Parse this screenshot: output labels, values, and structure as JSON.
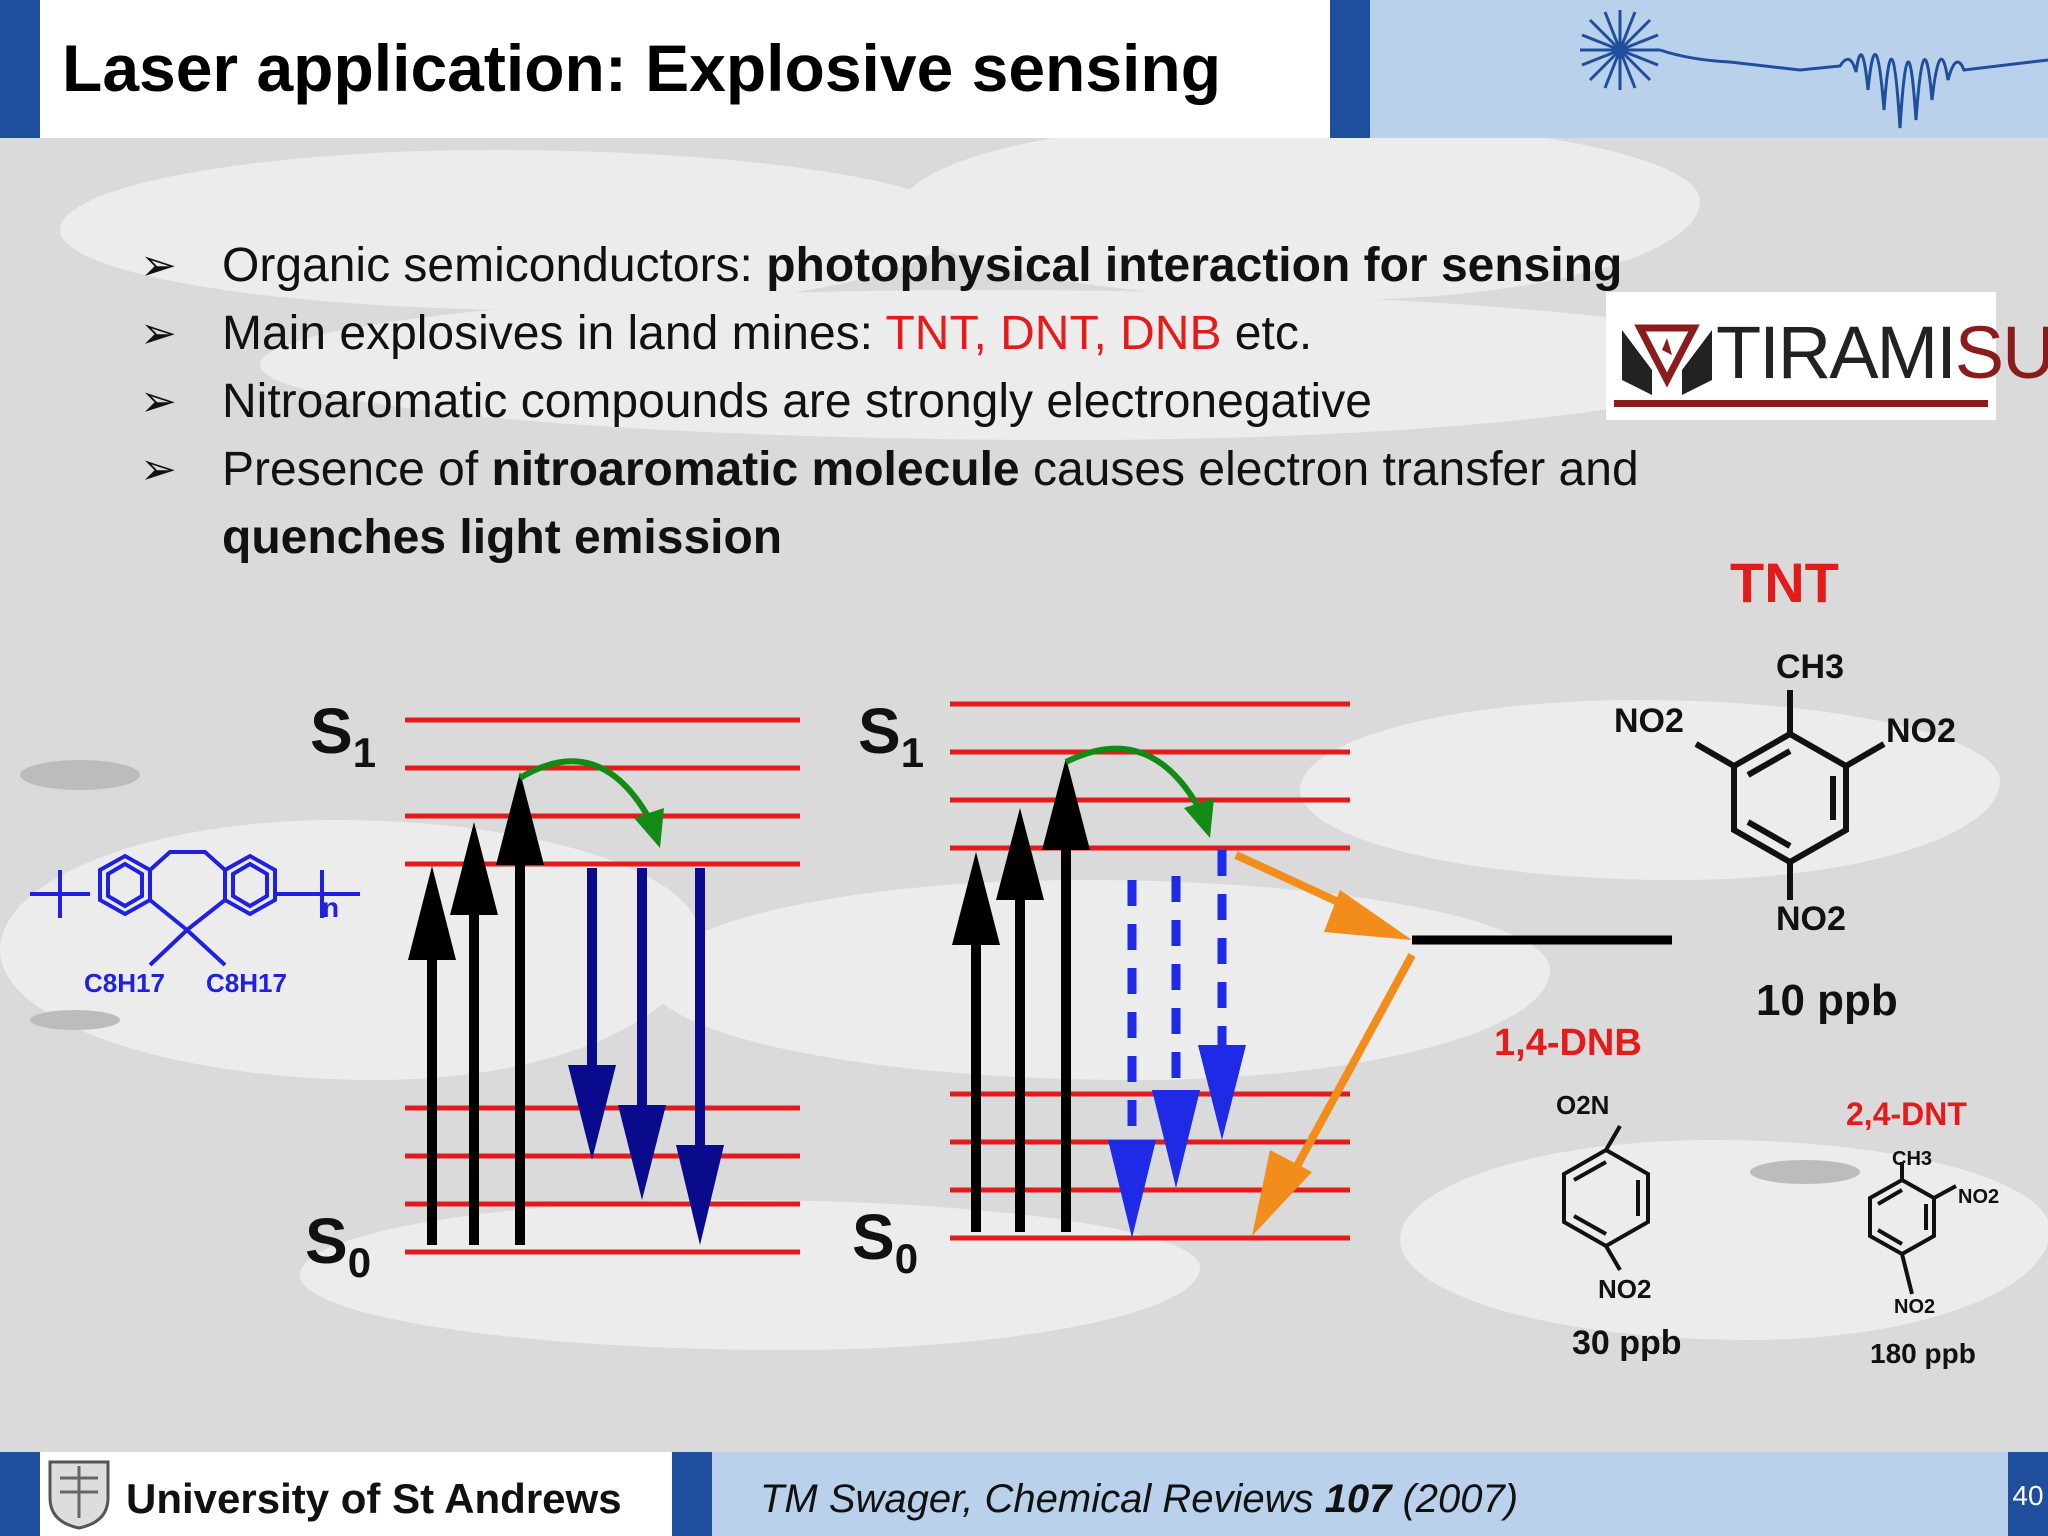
{
  "header": {
    "title": "Laser application: Explosive sensing"
  },
  "bullets": [
    {
      "parts": [
        {
          "text": "Organic semiconductors: ",
          "style": "normal"
        },
        {
          "text": "photophysical interaction for sensing",
          "style": "bold"
        }
      ]
    },
    {
      "parts": [
        {
          "text": "Main explosives in land mines: ",
          "style": "normal"
        },
        {
          "text": "TNT, DNT, DNB",
          "style": "red"
        },
        {
          "text": " etc.",
          "style": "normal"
        }
      ]
    },
    {
      "parts": [
        {
          "text": "Nitroaromatic compounds are strongly electronegative",
          "style": "normal"
        }
      ]
    },
    {
      "parts": [
        {
          "text": "Presence of ",
          "style": "normal"
        },
        {
          "text": "nitroaromatic molecule",
          "style": "bold"
        },
        {
          "text": " causes electron transfer and ",
          "style": "normal"
        },
        {
          "text": "quenches light emission",
          "style": "bold"
        }
      ]
    }
  ],
  "logo": {
    "text_main": "TIRAMI",
    "text_accent": "SU"
  },
  "diagram": {
    "left_s1": "S",
    "left_s1_sub": "1",
    "left_s0": "S",
    "left_s0_sub": "0",
    "right_s1": "S",
    "right_s1_sub": "1",
    "right_s0": "S",
    "right_s0_sub": "0",
    "polymer_sub_n": "n",
    "polymer_side1": "C8H17",
    "polymer_side2": "C8H17"
  },
  "molecules": {
    "tnt_name": "TNT",
    "tnt_ch3": "CH3",
    "tnt_no2_left": "NO2",
    "tnt_no2_right": "NO2",
    "tnt_no2_bottom": "NO2",
    "tnt_limit": "10 ppb",
    "dnb_name": "1,4-DNB",
    "dnb_top": "O2N",
    "dnb_bottom": "NO2",
    "dnb_limit": "30 ppb",
    "dnt_name": "2,4-DNT",
    "dnt_ch3": "CH3",
    "dnt_no2_right": "NO2",
    "dnt_no2_bottom": "NO2",
    "dnt_limit": "180 ppb"
  },
  "footer": {
    "university": "University of St Andrews",
    "citation_author": "TM Swager, Chemical Reviews ",
    "citation_volume": "107",
    "citation_year": " (2007)",
    "page": "40"
  },
  "colors": {
    "header_blue": "#1f4e9c",
    "header_light": "#b9d1ea",
    "level_red": "#e31b1b",
    "emission_navy": "#0a0a8c",
    "quench_blue": "#1e2ae6",
    "transfer_orange": "#f28c1a",
    "relax_green": "#138a13"
  }
}
